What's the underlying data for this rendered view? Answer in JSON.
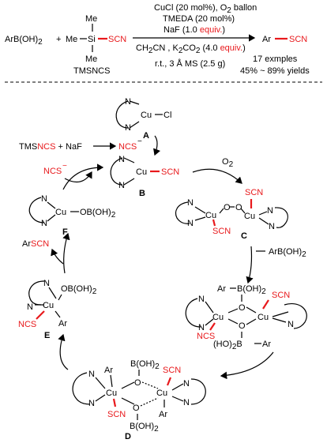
{
  "reaction": {
    "reactant1": "ArB(OH)",
    "reactant1_sub": "2",
    "plus": "+",
    "me": "Me",
    "si": "Si",
    "scn": "SCN",
    "me_top": "Me",
    "me_bottom": "Me",
    "reagent_name": "TMSNCS",
    "above_1": "CuCl (20 mol%), O",
    "above_1b": " ballon",
    "above_2": "TMEDA (20 mol%)",
    "above_3": "NaF (1.0 ",
    "above_3_red": "equiv.",
    "above_3_end": ")",
    "below_1a": "CH",
    "below_1b": "CN , K",
    "below_1c": "CO",
    "below_1d": " (4.0 ",
    "below_1_red": "equiv.",
    "below_1e": ")",
    "below_2": "r.t., 3 Å MS (2.5 g)",
    "product_ar": "Ar",
    "product_scn": "SCN",
    "examples": "17 exmples",
    "yields": "45% ~ 89% yields"
  },
  "cycle": {
    "A_label": "A",
    "B_label": "B",
    "C_label": "C",
    "D_label": "D",
    "E_label": "E",
    "F_label": "F",
    "N": "N",
    "Cu": "Cu",
    "Cl": "Cl",
    "O": "O",
    "Ar": "Ar",
    "SCN": "SCN",
    "NCS": "NCS",
    "OBOH2": "OB(OH)",
    "BOH2": "B(OH)",
    "HO2B": "(HO)",
    "tms_prefix": "TMS",
    "tms_ncs": "NCS",
    "tms_rest": " + NaF",
    "ncs_anion": "NCS",
    "ncs_minus": "−",
    "o2_label": "O",
    "arboh2_label": "ArB(OH)",
    "arscn_ar": "Ar",
    "arscn_scn": "SCN",
    "two": "2"
  },
  "colors": {
    "accent_red": "#e8191c",
    "ink": "#000000"
  }
}
